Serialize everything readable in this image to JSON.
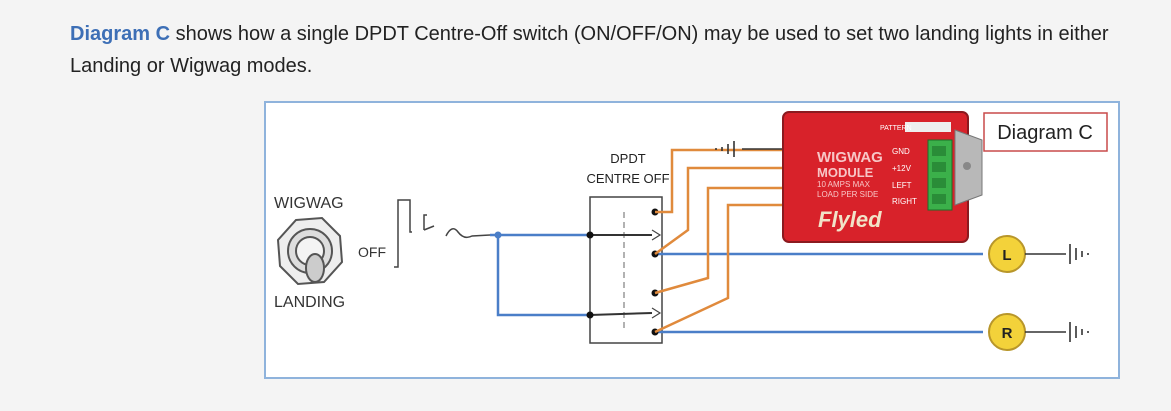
{
  "intro": {
    "highlight": "Diagram C",
    "text": " shows how a single DPDT Centre-Off switch (ON/OFF/ON) may be used to set two landing lights in either Landing or Wigwag modes."
  },
  "diagram": {
    "title": "Diagram C",
    "toggle_top_label": "WIGWAG",
    "toggle_bottom_label": "LANDING",
    "switch_label": "OFF",
    "dpdt_line1": "DPDT",
    "dpdt_line2": "CENTRE OFF",
    "module": {
      "pattern": "PATTERN",
      "line1": "WIGWAG",
      "line2": "MODULE",
      "amps": "10 AMPS MAX",
      "load": "LOAD PER SIDE",
      "gnd": "GND",
      "v12": "+12V",
      "left": "LEFT",
      "right": "RIGHT",
      "brand": "Flyled"
    },
    "lamp_left": "L",
    "lamp_right": "R"
  },
  "colors": {
    "wire_blue": "#4a7ec8",
    "wire_orange": "#e08a3c",
    "module_red": "#d8222a",
    "lamp_yellow": "#f3d23a",
    "panel_border": "#8fb3dc",
    "highlight": "#3d6fb6"
  }
}
